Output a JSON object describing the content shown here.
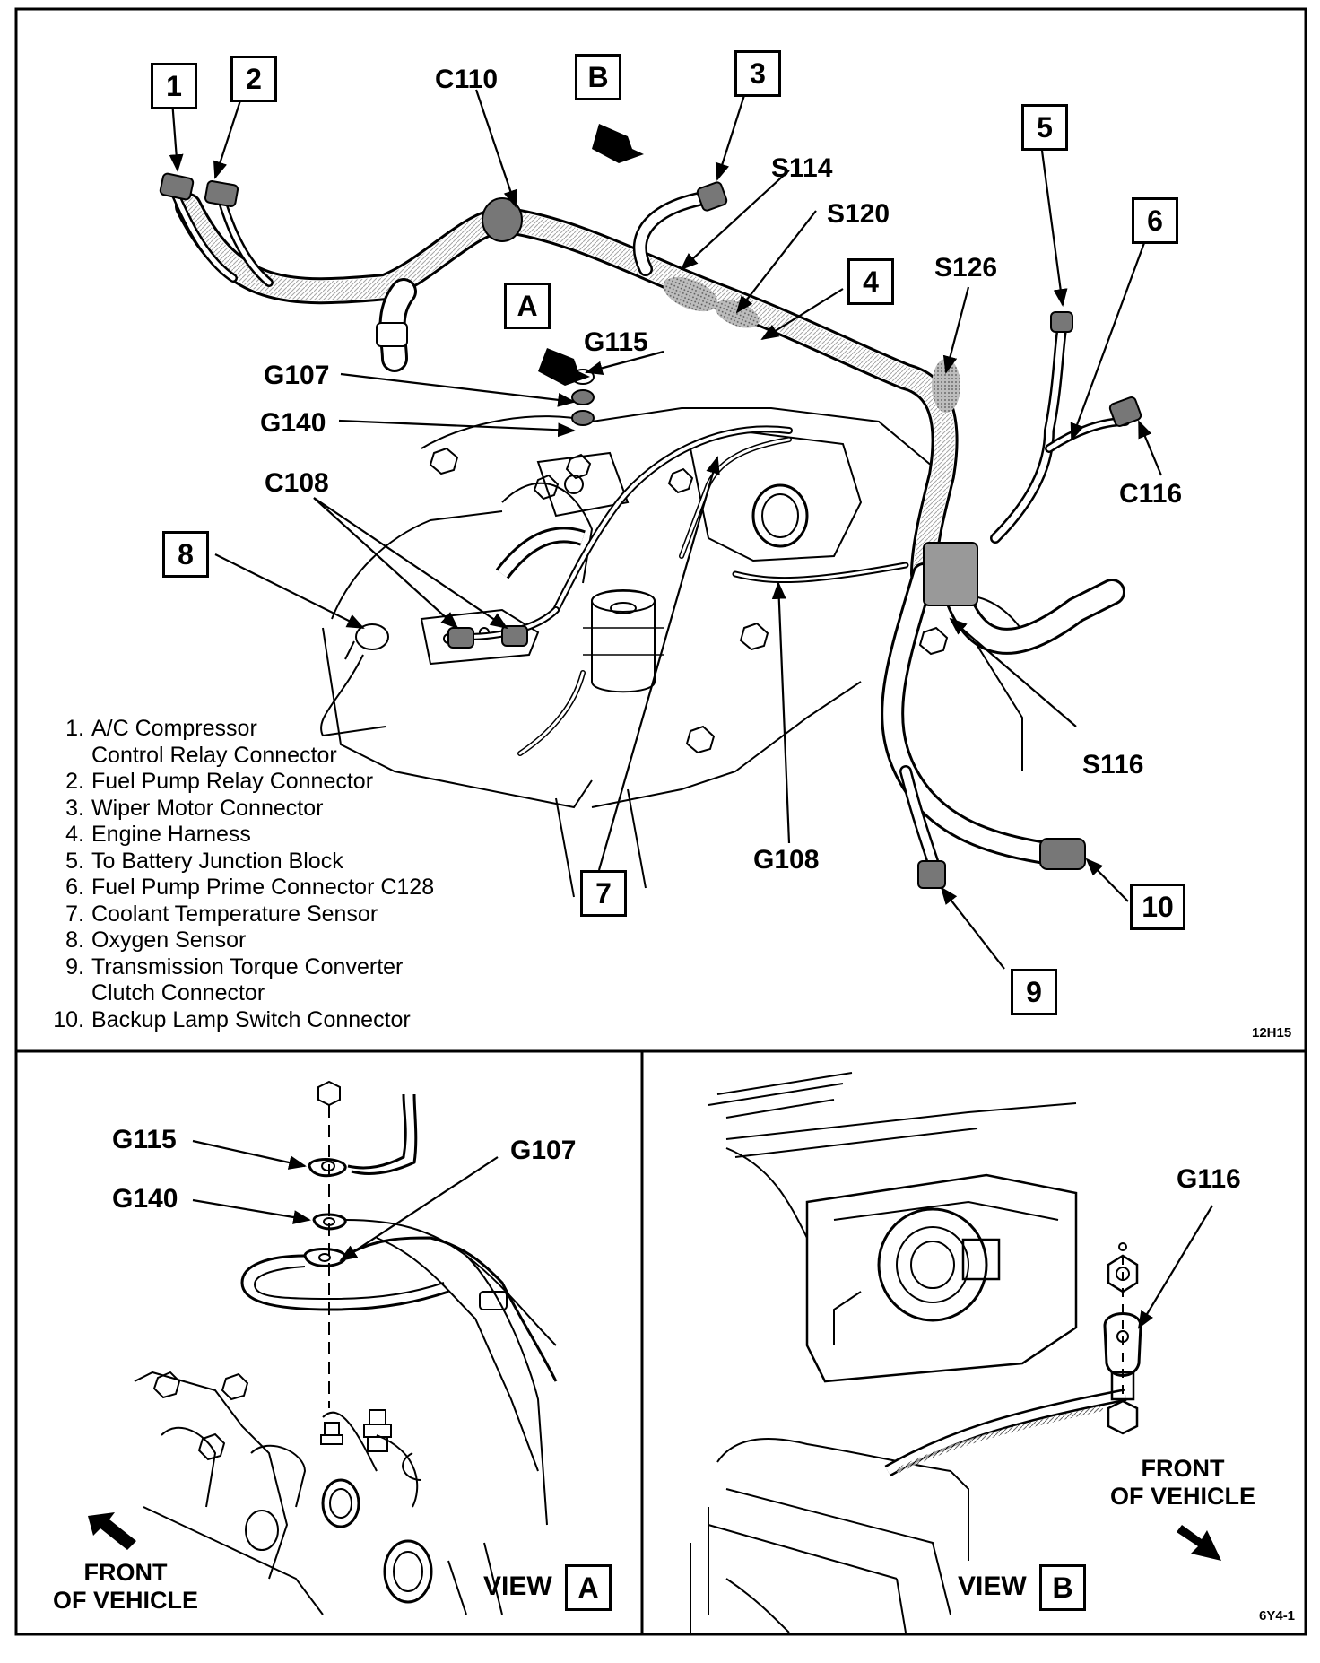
{
  "callouts": {
    "n1": "1",
    "n2": "2",
    "n3": "3",
    "n4": "4",
    "n5": "5",
    "n6": "6",
    "n7": "7",
    "n8": "8",
    "n9": "9",
    "n10": "10",
    "a": "A",
    "b": "B"
  },
  "labels": {
    "c110": "C110",
    "s114": "S114",
    "s120": "S120",
    "s126": "S126",
    "g115": "G115",
    "g107": "G107",
    "g140": "G140",
    "c108": "C108",
    "c116": "C116",
    "s116": "S116",
    "g108": "G108"
  },
  "legend": [
    {
      "num": "1.",
      "text": "A/C Compressor"
    },
    {
      "num": "",
      "text": "Control Relay Connector"
    },
    {
      "num": "2.",
      "text": "Fuel Pump Relay Connector"
    },
    {
      "num": "3.",
      "text": "Wiper Motor Connector"
    },
    {
      "num": "4.",
      "text": "Engine Harness"
    },
    {
      "num": "5.",
      "text": "To Battery Junction Block"
    },
    {
      "num": "6.",
      "text": "Fuel Pump Prime Connector C128"
    },
    {
      "num": "7.",
      "text": "Coolant Temperature Sensor"
    },
    {
      "num": "8.",
      "text": "Oxygen Sensor"
    },
    {
      "num": "9.",
      "text": "Transmission Torque Converter"
    },
    {
      "num": "",
      "text": "Clutch Connector"
    },
    {
      "num": "10.",
      "text": "Backup Lamp Switch Connector"
    }
  ],
  "figure_code_main": "12H15",
  "view_a": {
    "g115": "G115",
    "g140": "G140",
    "g107": "G107",
    "front": [
      "FRONT",
      "OF VEHICLE"
    ],
    "view_label": "VIEW",
    "view_letter": "A"
  },
  "view_b": {
    "g116": "G116",
    "front": [
      "FRONT",
      "OF VEHICLE"
    ],
    "view_label": "VIEW",
    "view_letter": "B",
    "figure_code": "6Y4-1"
  },
  "colors": {
    "ink": "#000000",
    "paper": "#ffffff",
    "shade": "#9a9a9a"
  }
}
